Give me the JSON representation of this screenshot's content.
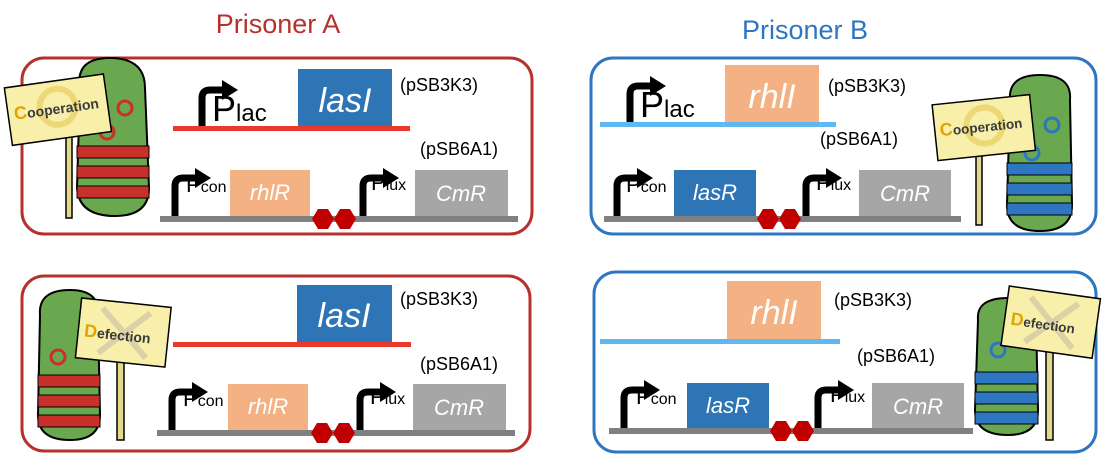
{
  "titles": {
    "a": "Prisoner A",
    "b": "Prisoner B"
  },
  "colors": {
    "prisoner_a": "#b7312c",
    "prisoner_b": "#2e75c2",
    "lasI_gene": "#2e75b6",
    "rhl_gene": "#f4b183",
    "cmr_gene": "#a6a6a6",
    "high_copy_line_a": "#e8392b",
    "high_copy_line_b": "#5fb8ef",
    "backbone": "#808080",
    "terminator": "#c00000"
  },
  "panels": {
    "a_top": {
      "sign": {
        "initial": "C",
        "rest": "ooperation"
      },
      "plasmid1": "(pSB3K3)",
      "promoter1": {
        "base": "P",
        "sub": "lac"
      },
      "gene1": "lasI",
      "plasmid2": "(pSB6A1)",
      "promoter2": {
        "base": "P",
        "sub": "con"
      },
      "gene2": "rhlR",
      "promoter3": {
        "base": "P",
        "sub": "lux"
      },
      "gene3": "CmR"
    },
    "a_bottom": {
      "sign": {
        "initial": "D",
        "rest": "efection"
      },
      "plasmid1": "(pSB3K3)",
      "gene1": "lasI",
      "plasmid2": "(pSB6A1)",
      "promoter2": {
        "base": "P",
        "sub": "con"
      },
      "gene2": "rhlR",
      "promoter3": {
        "base": "P",
        "sub": "lux"
      },
      "gene3": "CmR"
    },
    "b_top": {
      "sign": {
        "initial": "C",
        "rest": "ooperation"
      },
      "plasmid1": "(pSB3K3)",
      "promoter1": {
        "base": "P",
        "sub": "lac"
      },
      "gene1": "rhlI",
      "plasmid2": "(pSB6A1)",
      "promoter2": {
        "base": "P",
        "sub": "con"
      },
      "gene2": "lasR",
      "promoter3": {
        "base": "P",
        "sub": "lux"
      },
      "gene3": "CmR"
    },
    "b_bottom": {
      "sign": {
        "initial": "D",
        "rest": "efection"
      },
      "plasmid1": "(pSB3K3)",
      "gene1": "rhlI",
      "plasmid2": "(pSB6A1)",
      "promoter2": {
        "base": "P",
        "sub": "con"
      },
      "gene2": "lasR",
      "promoter3": {
        "base": "P",
        "sub": "lux"
      },
      "gene3": "CmR"
    }
  }
}
